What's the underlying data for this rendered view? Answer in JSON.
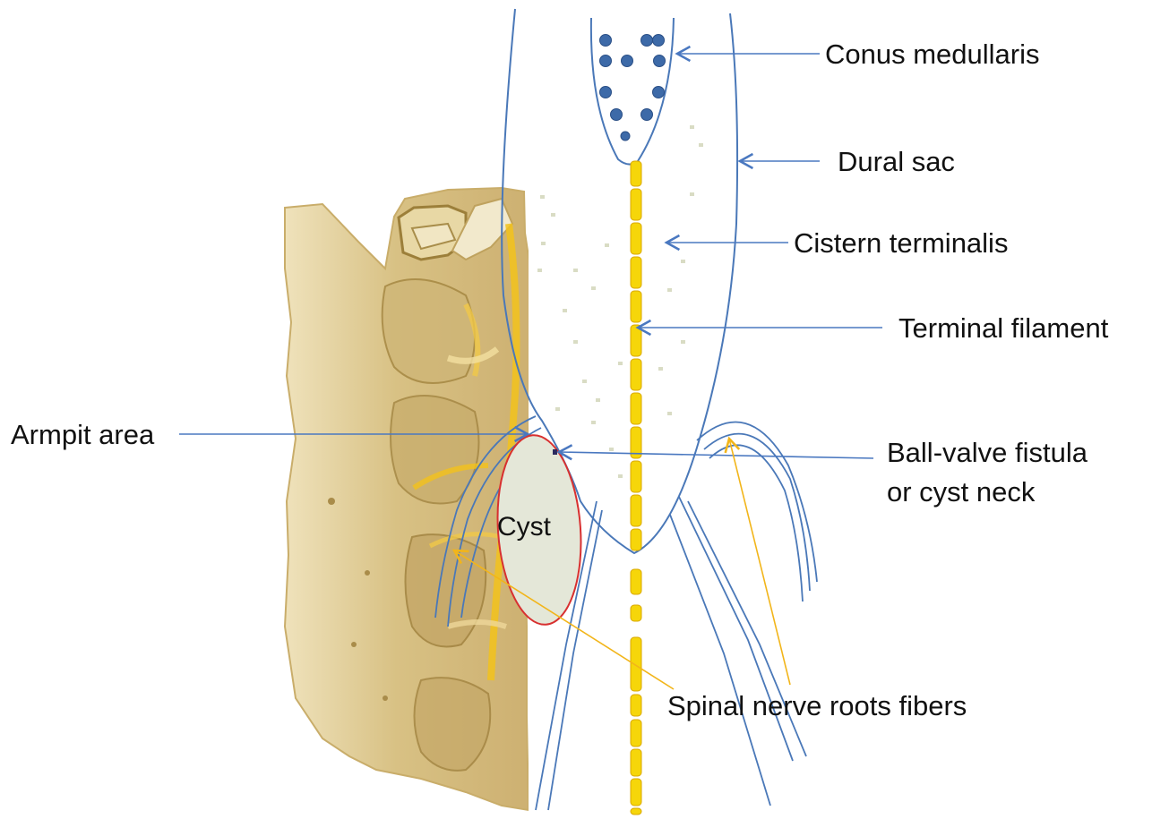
{
  "diagram": {
    "labels": {
      "conus": "Conus medullaris",
      "dural": "Dural sac",
      "cistern": "Cistern terminalis",
      "filament": "Terminal filament",
      "armpit": "Armpit area",
      "ballvalve_1": "Ball-valve fistula",
      "ballvalve_2": "or cyst neck",
      "cyst": "Cyst",
      "roots": "Spinal nerve roots fibers"
    },
    "colors": {
      "line": "#4a78b8",
      "pointer_blue": "#4a78c0",
      "pointer_yellow": "#f2b51a",
      "filament": "#f6d60a",
      "filament_edge": "#d9a800",
      "dot": "#3d6aa8",
      "cyst_fill": "#e4e7d8",
      "cyst_edge": "#d83030",
      "bone": "#dcc891",
      "bone_dark": "#b89a52",
      "speckle": "#d9dcc4"
    }
  }
}
